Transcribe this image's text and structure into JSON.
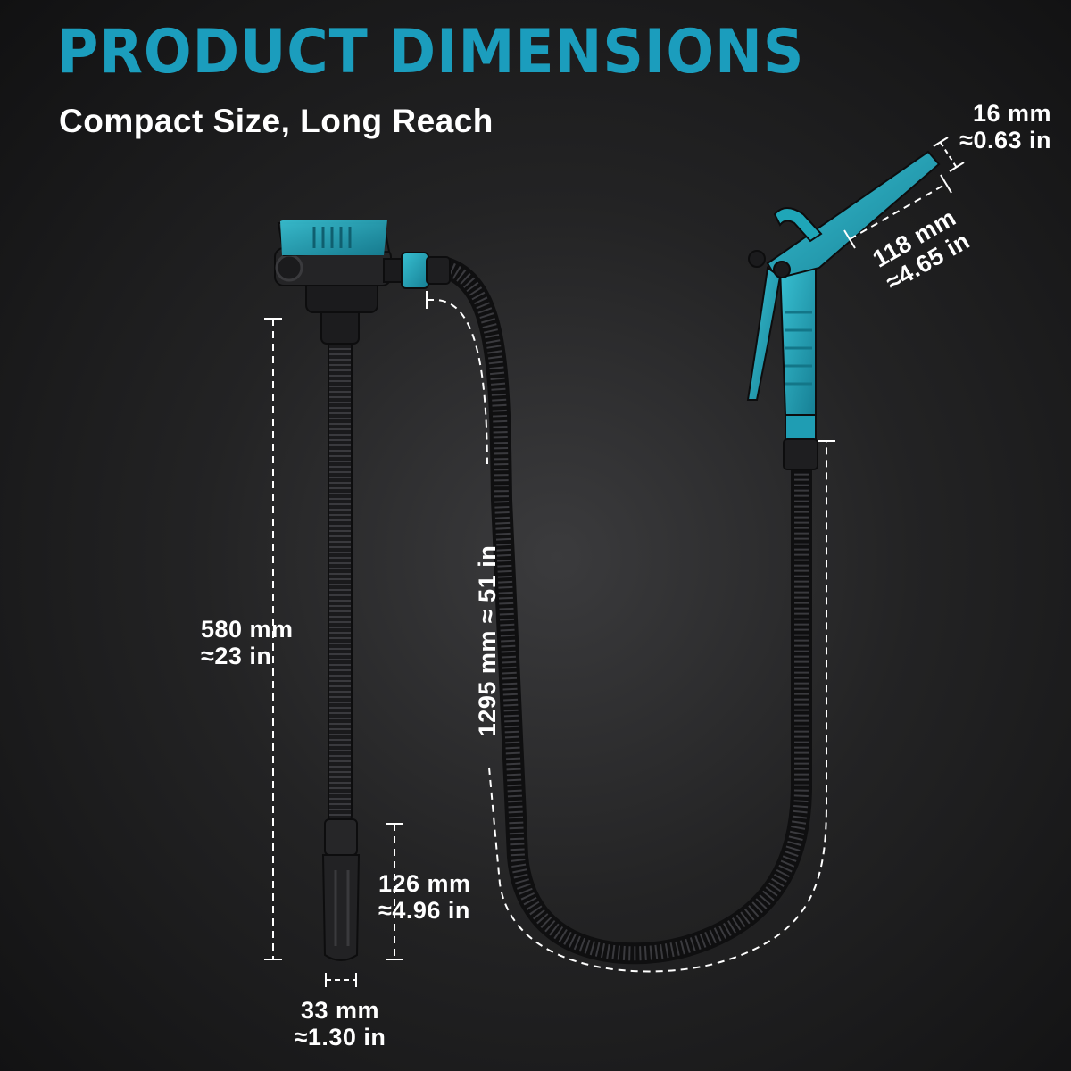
{
  "header": {
    "title": "PRODUCT DIMENSIONS",
    "subtitle": "Compact Size, Long Reach"
  },
  "dimensions": {
    "nozzle_tip": {
      "metric": "16 mm",
      "imperial": "≈0.63 in"
    },
    "nozzle_length": {
      "metric": "118 mm",
      "imperial": "≈4.65 in"
    },
    "suction_tube": {
      "metric": "580 mm",
      "imperial": "≈23 in"
    },
    "hose": {
      "label": "1295 mm ≈ 51 in"
    },
    "filter_length": {
      "metric": "126 mm",
      "imperial": "≈4.96 in"
    },
    "filter_width": {
      "metric": "33 mm",
      "imperial": "≈1.30 in"
    }
  },
  "colors": {
    "accent": "#1b9dbd",
    "pump_teal": "#1fa6b8",
    "hose": "#1e1e20",
    "background": "#1c1c1d"
  }
}
